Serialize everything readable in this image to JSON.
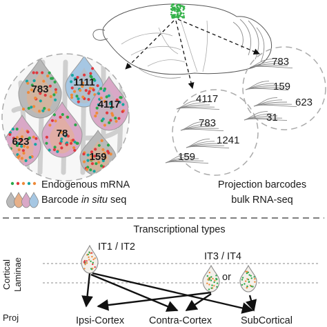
{
  "cell_barcodes": [
    "783",
    "1111",
    "4117",
    "623",
    "78",
    "159"
  ],
  "panel_left_barcodes": [
    "4117",
    "783",
    "1241",
    "159"
  ],
  "panel_right_barcodes": [
    "783",
    "159",
    "623",
    "31"
  ],
  "legend": {
    "endogenous": "Endogenous mRNA",
    "barcode_prefix": "Barcode ",
    "barcode_italic": "in situ",
    "barcode_suffix": " seq",
    "projection_line1": "Projection barcodes",
    "projection_line2": "bulk RNA-seq"
  },
  "bottom": {
    "title": "Transcriptional types",
    "type_a": "IT1 / IT2",
    "type_b": "IT3 / IT4",
    "or_label": "or",
    "axis_laminae_1": "Cortical",
    "axis_laminae_2": "Laminae",
    "axis_proj": "Proj",
    "targets": [
      "Ipsi-Cortex",
      "Contra-Cortex",
      "SubCortical"
    ]
  },
  "colors": {
    "cell_gray": "#b9b9b9",
    "cell_pink": "#d9a8c7",
    "cell_blue": "#a6c7e3",
    "cell_orange": "#e7b089",
    "dot_green": "#2aa84a",
    "dot_red": "#e0383e",
    "dot_orange": "#ee8a3a",
    "dot_teal": "#16a6a1",
    "brain_green": "#35b24a"
  }
}
